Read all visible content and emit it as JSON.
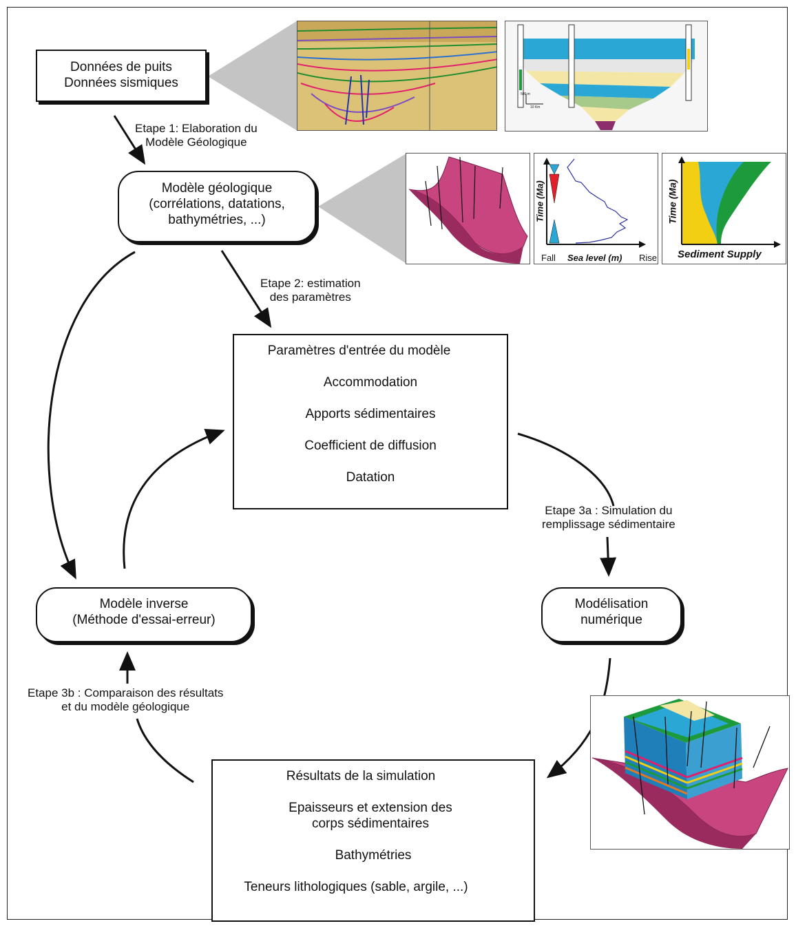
{
  "boxes": {
    "data_box": {
      "lines": [
        "Données de puits",
        "Données sismiques"
      ]
    },
    "geo_model": {
      "lines": [
        "Modèle géologique",
        "(corrélations, datations,",
        "bathymétries, ...)"
      ]
    },
    "params": {
      "title": "Paramètres d'entrée du modèle",
      "items": [
        "Accommodation",
        "Apports sédimentaires",
        "Coefficient de diffusion",
        "Datation"
      ]
    },
    "inverse": {
      "lines": [
        "Modèle inverse",
        "(Méthode d'essai-erreur)"
      ]
    },
    "numerical": {
      "lines": [
        "Modélisation",
        "numérique"
      ]
    },
    "results": {
      "title": "Résultats de la simulation",
      "items": [
        "Epaisseurs et extension des",
        "corps sédimentaires",
        "Bathymétries",
        "Teneurs lithologiques (sable, argile, ...)"
      ]
    }
  },
  "steps": {
    "step1": [
      "Etape 1: Elaboration du",
      "Modèle Géologique"
    ],
    "step2": [
      "Etape 2:  estimation",
      "des paramètres"
    ],
    "step3a": [
      "Etape 3a : Simulation du",
      "remplissage sédimentaire"
    ],
    "step3b": [
      "Etape 3b : Comparaison des résultats",
      "et du modèle géologique"
    ]
  },
  "figures": {
    "sea_level": {
      "ylabel": "Time (Ma)",
      "xlabel": "Sea level (m)",
      "left": "Fall",
      "right": "Rise"
    },
    "sediment": {
      "ylabel": "Time (Ma)",
      "xlabel": "Sediment Supply"
    },
    "section": {
      "scale_v": "500 m",
      "scale_h": "10 Km"
    }
  },
  "colors": {
    "line": "#111111",
    "callout": "#c4c4c4",
    "pink_surface": "#c8457f",
    "blue": "#2aa7d4",
    "yellow": "#f2cf12",
    "green": "#1d9a3b",
    "red": "#e0202a"
  }
}
